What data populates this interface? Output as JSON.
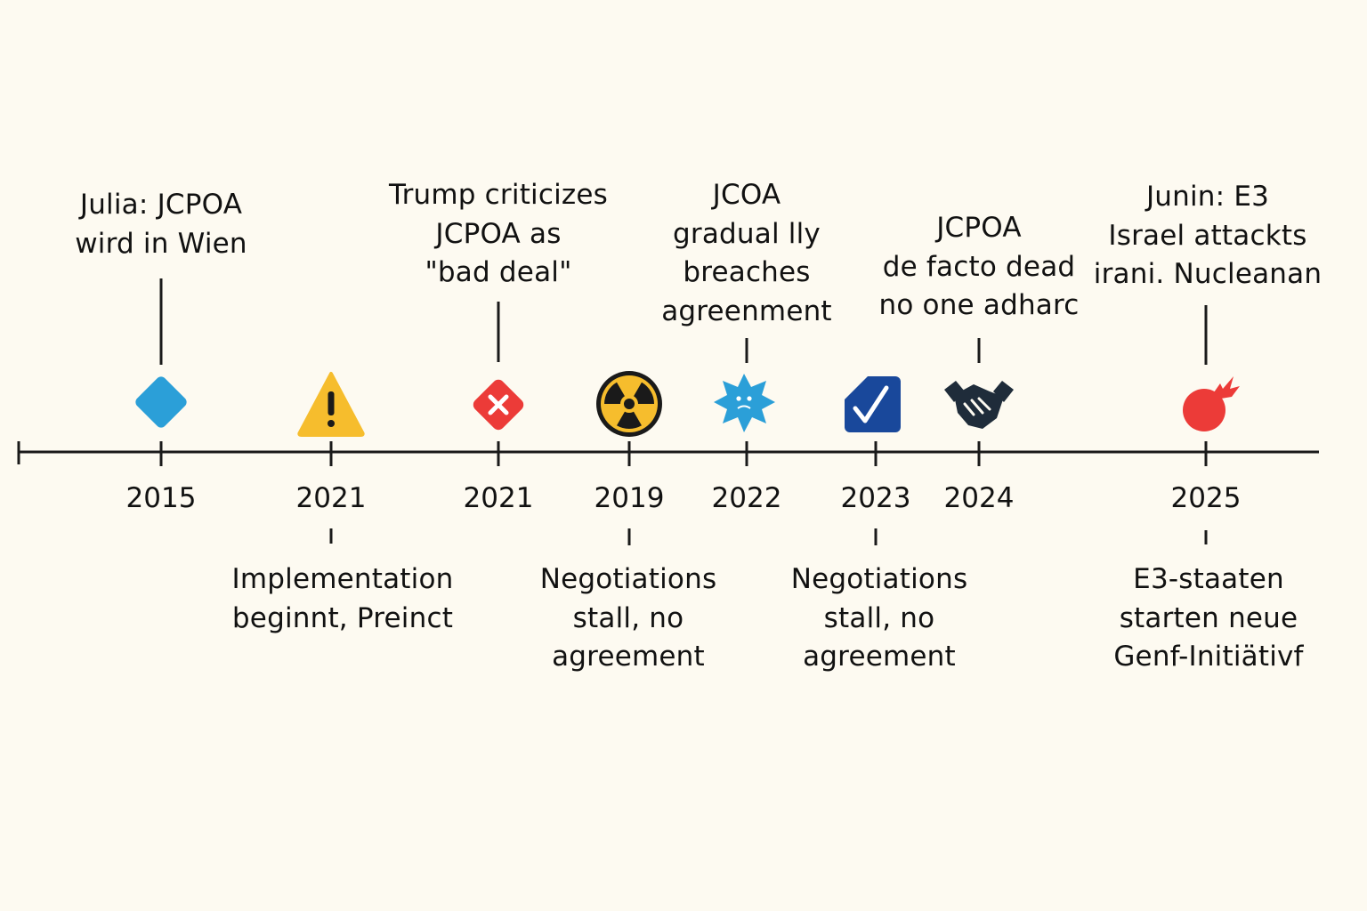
{
  "axis": {
    "color": "#1a1a1a"
  },
  "events": [
    {
      "year": "2015",
      "above": "Julia: JCPOA\nwird in Wien",
      "below": "",
      "icon": "blue-diamond-icon"
    },
    {
      "year": "2021",
      "above": "",
      "below": "Implementation\nbeginnt, Preinct",
      "icon": "warning-triangle-icon"
    },
    {
      "year": "2021",
      "above": "Trump criticizes\nJCPOA as\n\"bad deal\"",
      "below": "",
      "icon": "red-x-badge-icon"
    },
    {
      "year": "2019",
      "above": "",
      "below": "Negotiations\nstall, no\nagreement",
      "icon": "radiation-icon"
    },
    {
      "year": "2022",
      "above": "JCOA\ngradual lly\nbreaches\nagreenment",
      "below": "",
      "icon": "blue-splat-icon"
    },
    {
      "year": "2023",
      "above": "",
      "below": "Negotiations\nstall, no\nagreement",
      "icon": "checkmark-square-icon"
    },
    {
      "year": "2024",
      "above": "JCPOA\nde facto dead\nno one adharc",
      "below": "",
      "icon": "handshake-icon"
    },
    {
      "year": "2025",
      "above": "Junin: E3\nIsrael attackts\nirani. Nucleanan",
      "below": "E3-staaten\nstarten neue\nGenf-Initiätivf",
      "icon": "bomb-icon"
    }
  ]
}
